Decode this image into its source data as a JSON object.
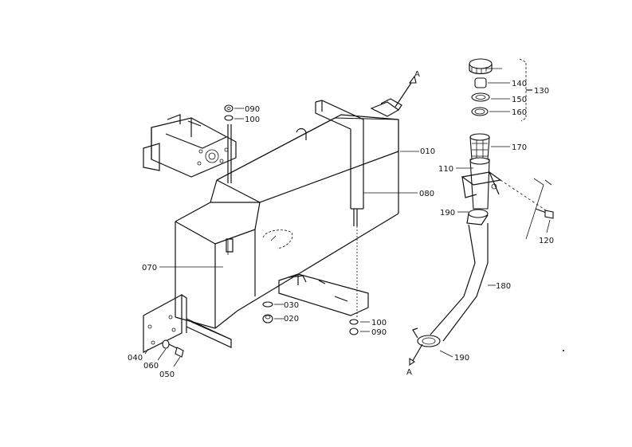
{
  "diagram": {
    "part_labels": {
      "p010": "010",
      "p020": "020",
      "p030": "030",
      "p040": "040",
      "p050": "050",
      "p060": "060",
      "p070": "070",
      "p080": "080",
      "p090a": "090",
      "p090b": "090",
      "p100a": "100",
      "p100b": "100",
      "p110": "110",
      "p120": "120",
      "p130": "130",
      "p140": "140",
      "p150": "150",
      "p160": "160",
      "p170": "170",
      "p180": "180",
      "p190a": "190",
      "p190b": "190"
    },
    "view_markers": {
      "a_top": "A",
      "a_bottom": "A"
    }
  }
}
